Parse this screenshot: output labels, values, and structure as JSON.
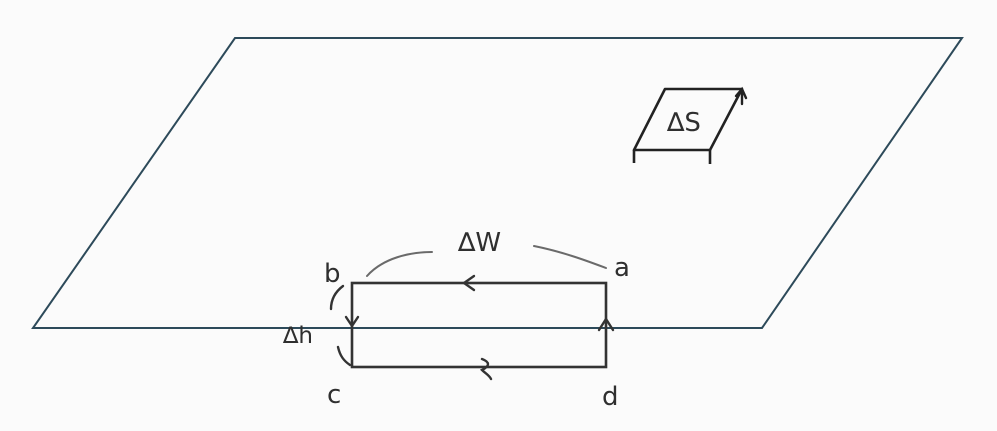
{
  "colors": {
    "background": "#fbfbfb",
    "plane": "#2d4a5a",
    "ink": "#2f2f2f",
    "arc": "#6a6a6a"
  },
  "labels": {
    "surface_element": "∆S",
    "loop_width": "∆W",
    "loop_height": "∆h",
    "corner_a": "a",
    "corner_b": "b",
    "corner_c": "c",
    "corner_d": "d"
  }
}
